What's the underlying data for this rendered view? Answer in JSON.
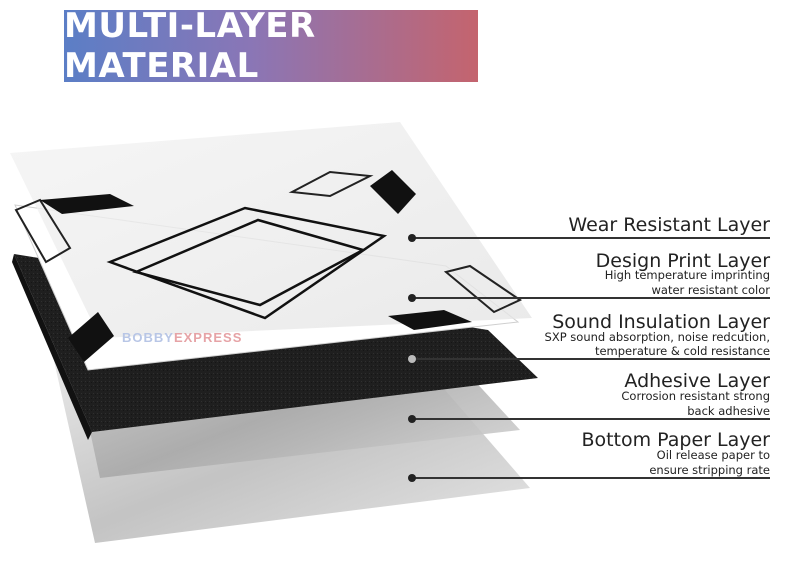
{
  "banner": {
    "title": "MULTI-LAYER MATERIAL"
  },
  "watermark": {
    "part1": "BOBBY",
    "part2": "EXPRESS"
  },
  "layers": [
    {
      "name": "wear-resistant-layer",
      "title": "Wear Resistant Layer",
      "desc": []
    },
    {
      "name": "design-print-layer",
      "title": "Design Print Layer",
      "desc": [
        "High temperature imprinting",
        "water resistant color"
      ]
    },
    {
      "name": "sound-insulation-layer",
      "title": "Sound Insulation Layer",
      "desc": [
        "SXP sound absorption, noise redcution,",
        "temperature & cold resistance"
      ]
    },
    {
      "name": "adhesive-layer",
      "title": "Adhesive Layer",
      "desc": [
        "Corrosion resistant strong",
        "back adhesive"
      ]
    },
    {
      "name": "bottom-paper-layer",
      "title": "Bottom Paper Layer",
      "desc": [
        "Oil release paper to",
        "ensure stripping rate"
      ]
    }
  ],
  "colors": {
    "banner_left": "#5b7ec6",
    "banner_right": "#c4646e",
    "foam": "#1e1e1e"
  }
}
